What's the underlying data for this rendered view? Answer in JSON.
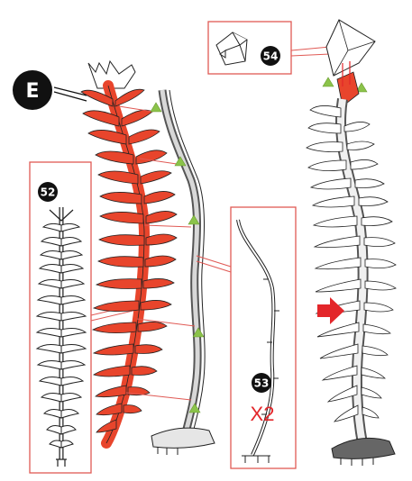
{
  "callouts": {
    "step_letter": "E",
    "part_left": "52",
    "part_middle": "53",
    "part_middle_qty": "X2",
    "part_top": "54"
  },
  "colors": {
    "accent_red": "#e8452c",
    "arrow_red": "#e3262a",
    "guide_green": "#8bc34a",
    "panel_border": "#e05a55",
    "part_gray": "#bdbdbd",
    "part_dark": "#555555",
    "ink": "#111111"
  },
  "icons": [
    "step-badge-icon",
    "next-step-arrow-icon",
    "alignment-triangle-icon"
  ]
}
